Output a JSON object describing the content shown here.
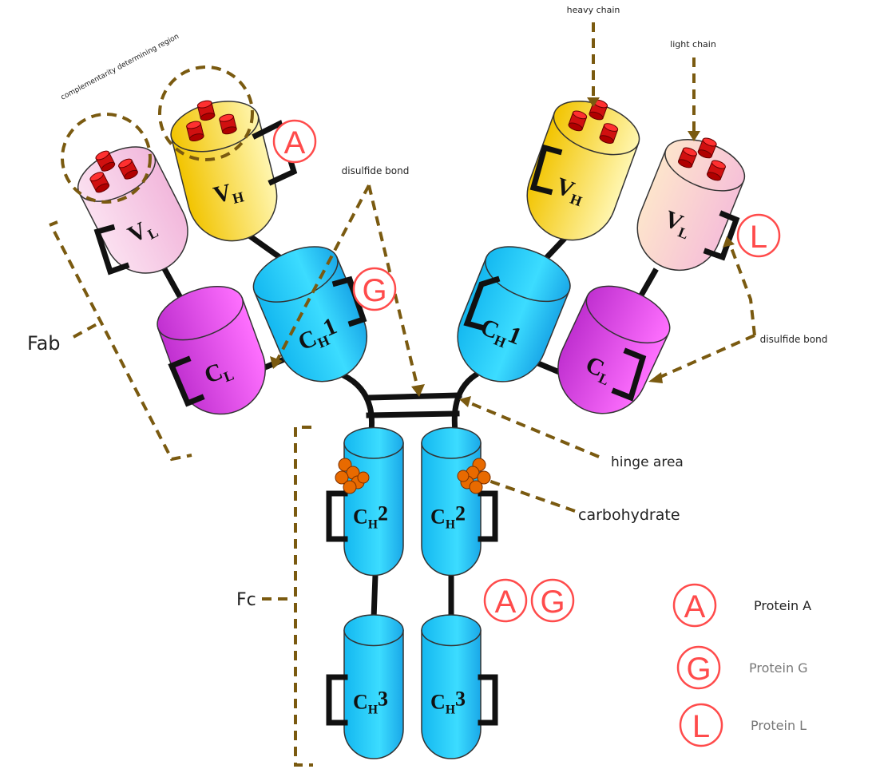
{
  "labels": {
    "cdr": "complementarity determining region",
    "heavy_chain": "heavy chain",
    "light_chain": "light chain",
    "disulfide_bond_top": "disulfide bond",
    "disulfide_bond_right": "disulfide bond",
    "fab": "Fab",
    "fc": "Fc",
    "hinge": "hinge area",
    "carbohydrate": "carbohydrate"
  },
  "domains": {
    "vh": {
      "main": "V",
      "sub": "H",
      "suffix": ""
    },
    "vl": {
      "main": "V",
      "sub": "L",
      "suffix": ""
    },
    "cl": {
      "main": "C",
      "sub": "L",
      "suffix": ""
    },
    "ch1": {
      "main": "C",
      "sub": "H",
      "suffix": "1"
    },
    "ch2": {
      "main": "C",
      "sub": "H",
      "suffix": "2"
    },
    "ch3": {
      "main": "C",
      "sub": "H",
      "suffix": "3"
    }
  },
  "binding_markers": {
    "a": "A",
    "g": "G",
    "l": "L"
  },
  "legend": [
    {
      "letter": "A",
      "label": "Protein A"
    },
    {
      "letter": "G",
      "label": "Protein G"
    },
    {
      "letter": "L",
      "label": "Protein L"
    }
  ],
  "colors": {
    "dash": "#7a5a10",
    "marker": "#ff4b4b",
    "heavy_v": "#f5d020",
    "ch": "#1ec8f0",
    "cl": "#d040e0"
  }
}
